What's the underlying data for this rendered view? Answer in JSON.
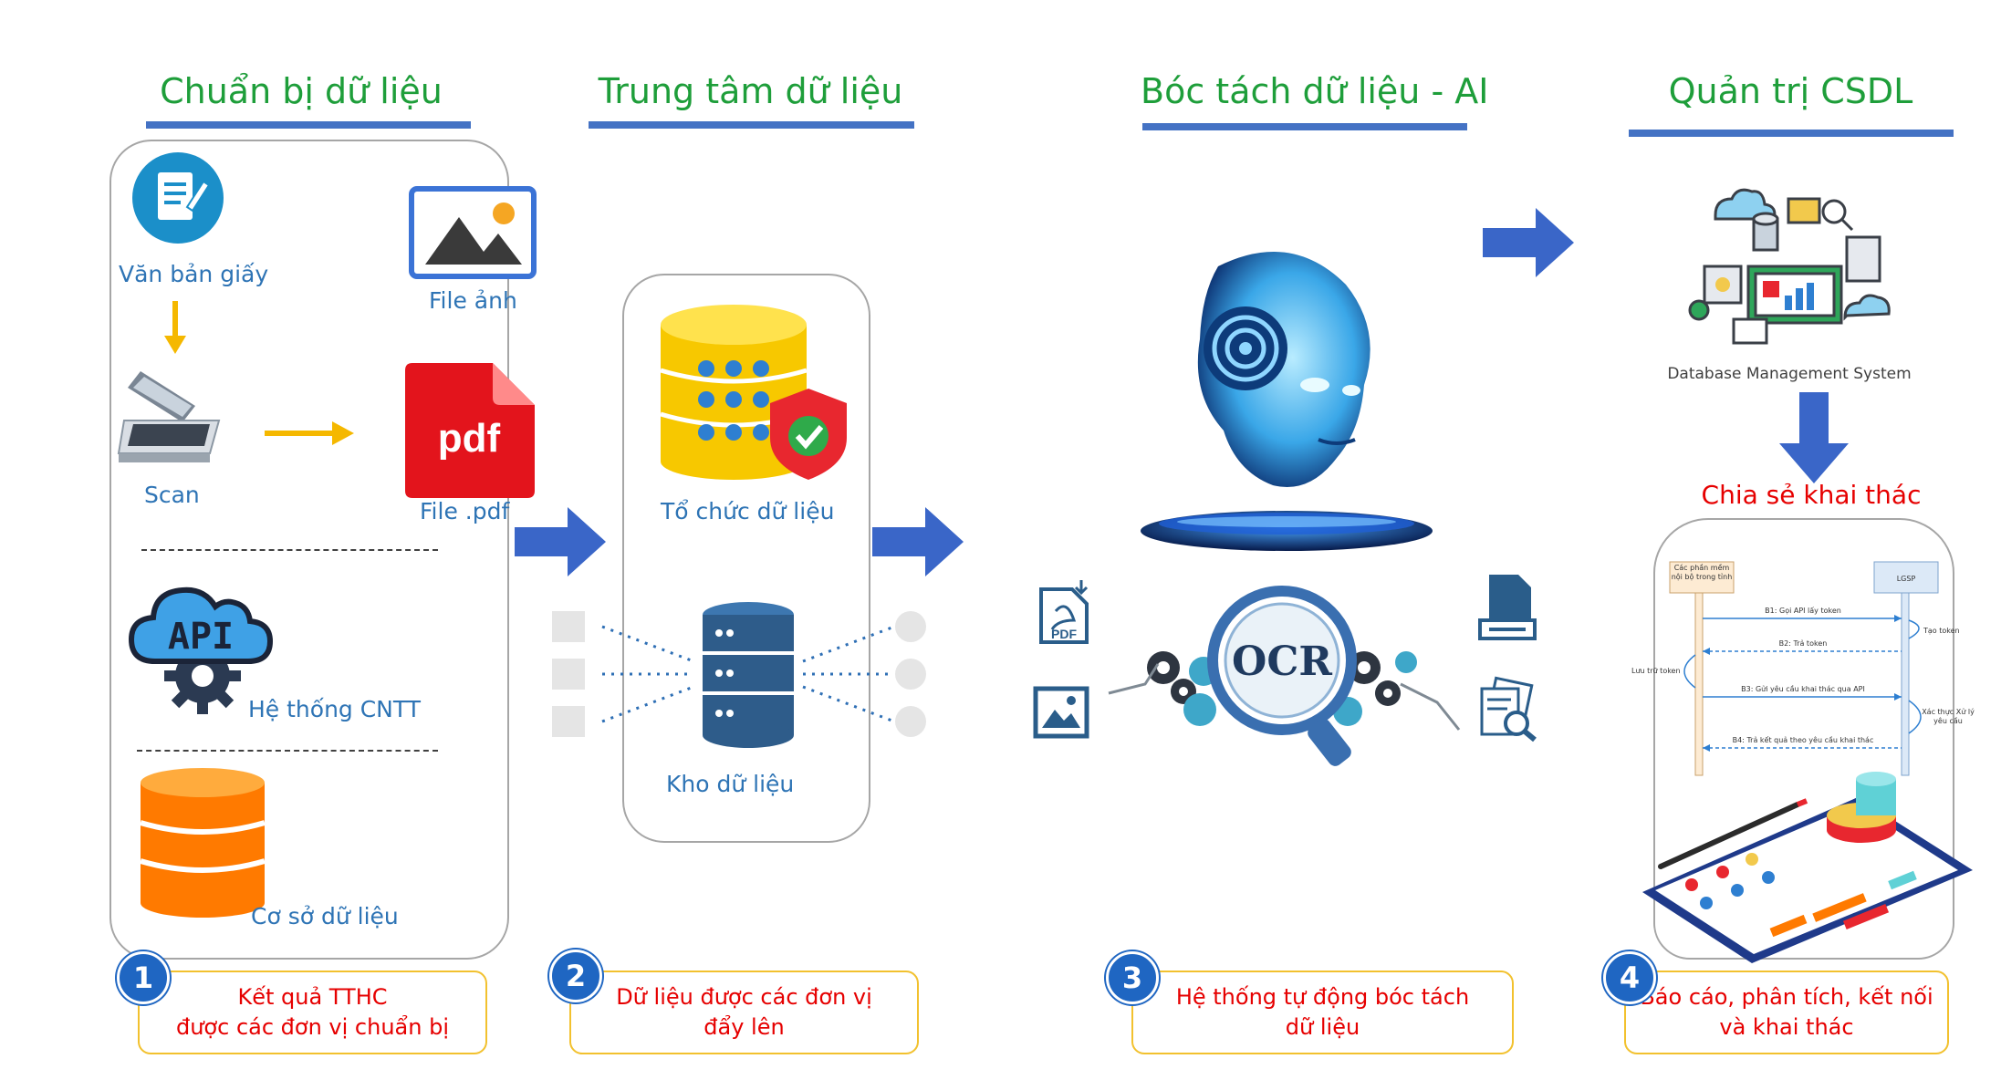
{
  "sections": {
    "s1_title": "Chuẩn bị dữ liệu",
    "s2_title": "Trung tâm dữ liệu",
    "s3_title": "Bóc tách dữ liệu - AI",
    "s4_title": "Quản trị CSDL"
  },
  "prep": {
    "paper_label": "Văn bản giấy",
    "scan_label": "Scan",
    "image_label": "File ảnh",
    "pdf_label": "File .pdf",
    "pdf_icon_text": "pdf",
    "api_icon_text": "API",
    "api_label": "Hệ thống CNTT",
    "db_label": "Cơ sở dữ liệu"
  },
  "center": {
    "org_label": "Tổ chức dữ liệu",
    "warehouse_label": "Kho dữ liệu"
  },
  "ai": {
    "ocr_text": "OCR",
    "pdf_small_text": "PDF"
  },
  "dbms": {
    "caption": "Database Management System",
    "share_label": "Chia sẻ khai thác",
    "seq": {
      "actor_left": "Các phần mềm nội bộ trong tỉnh",
      "actor_right": "LGSP",
      "b1": "B1: Gọi API lấy token",
      "create_token": "Tạo token",
      "b2": "B2: Trả token",
      "store_token": "Lưu trữ token",
      "b3": "B3: Gửi yêu cầu khai thác qua API",
      "verify": "Xác thực Xử lý yêu cầu",
      "b4": "B4: Trả kết quả theo yêu cầu khai thác"
    }
  },
  "steps": [
    {
      "num": "1",
      "line1": "Kết quả TTHC",
      "line2": "được các đơn vị chuẩn bị"
    },
    {
      "num": "2",
      "line1": "Dữ liệu được các đơn vị",
      "line2": "đẩy lên"
    },
    {
      "num": "3",
      "line1": "Hệ thống tự động bóc tách",
      "line2": "dữ liệu"
    },
    {
      "num": "4",
      "line1": "Báo cáo, phân tích, kết nối",
      "line2": "và khai thác"
    }
  ],
  "colors": {
    "title_green": "#1e9e3a",
    "underline_blue": "#4472c4",
    "label_blue": "#2e74b5",
    "step_red": "#e60000",
    "step_border": "#f2c12e",
    "badge_blue": "#1f66c2",
    "arrow_blue": "#3a66c8",
    "arrow_yellow": "#f5b800"
  }
}
